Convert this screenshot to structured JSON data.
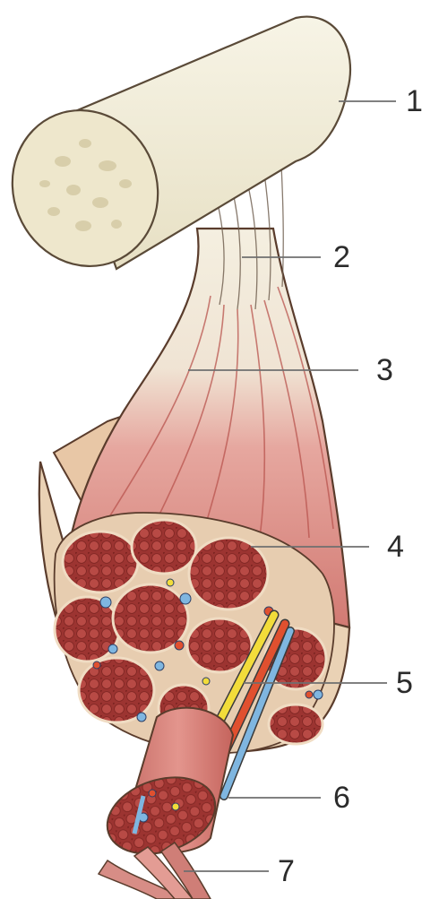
{
  "diagram": {
    "labels": [
      {
        "id": "1",
        "text": "1"
      },
      {
        "id": "2",
        "text": "2"
      },
      {
        "id": "3",
        "text": "3"
      },
      {
        "id": "4",
        "text": "4"
      },
      {
        "id": "5",
        "text": "5"
      },
      {
        "id": "6",
        "text": "6"
      },
      {
        "id": "7",
        "text": "7"
      }
    ]
  },
  "colors": {
    "bone": "#f3efdc",
    "bone_marrow": "#ddd5ae",
    "tendon": "#efe6d2",
    "muscle": "#d98a84",
    "muscle_dark": "#b4534e",
    "sheath": "#e9cdb0",
    "fascicle_fill": "#9e3a36",
    "artery": "#e0502f",
    "vein": "#7fb6e0",
    "nerve": "#f2dc3a"
  }
}
